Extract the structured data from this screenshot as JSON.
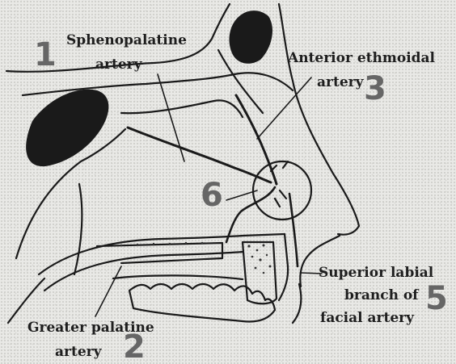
{
  "labels": {
    "sphenopalatine_line1": "Sphenopalatine",
    "sphenopalatine_line2": "artery",
    "anterior_ethmoidal_line1": "Anterior ethmoidal",
    "anterior_ethmoidal_line2": "artery",
    "superior_labial_line1": "Superior labial",
    "superior_labial_line2": "branch of",
    "superior_labial_line3": "facial artery",
    "greater_palatine_line1": "Greater palatine",
    "greater_palatine_line2": "artery"
  },
  "numbers": {
    "n1": "1",
    "n2": "2",
    "n3": "3",
    "n5": "5",
    "n6": "6"
  },
  "colors": {
    "ink": "#1e1e1e",
    "number_gray": "#666666",
    "background": "#e9e9e6"
  }
}
